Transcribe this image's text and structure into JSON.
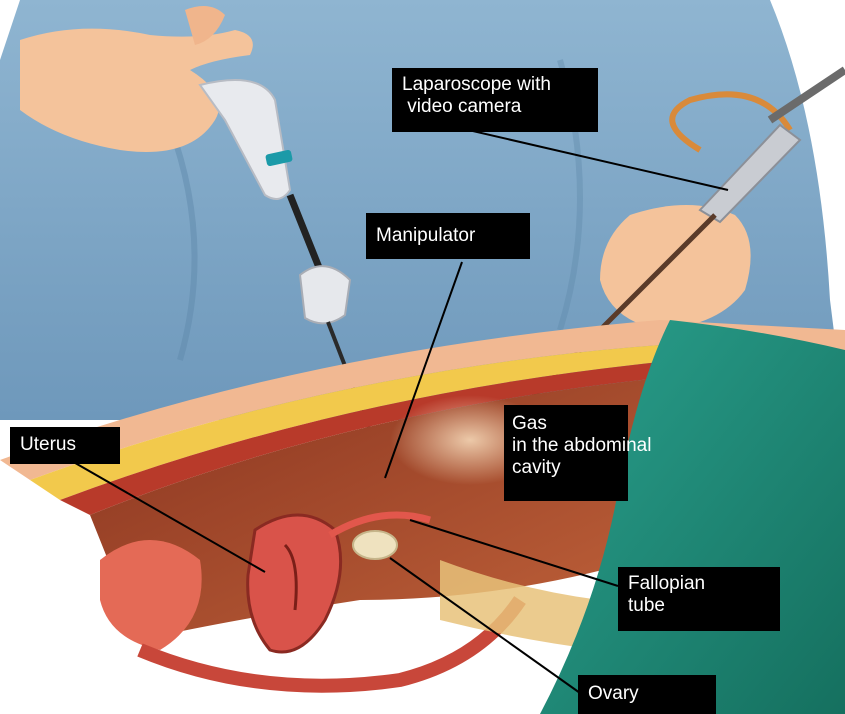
{
  "labels": {
    "laparoscope": [
      "Laparoscope with",
      " video camera"
    ],
    "manipulator": [
      "Manipulator"
    ],
    "uterus": [
      "Uterus"
    ],
    "gas": [
      "Gas",
      "in the abdominal",
      "cavity"
    ],
    "fallopian": [
      "Fallopian",
      "tube"
    ],
    "ovary": [
      "Ovary"
    ]
  },
  "colors": {
    "callout_background": "#000000",
    "callout_text": "#ffffff",
    "leader_line": "#000000",
    "surgeon_gown": "#7fa6c6",
    "surgical_drape": "#1f8f7f",
    "skin": "#f2b98e",
    "abdominal_cavity": "#a3492c",
    "uterus": "#d9534a",
    "ovary": "#efe2bf"
  }
}
